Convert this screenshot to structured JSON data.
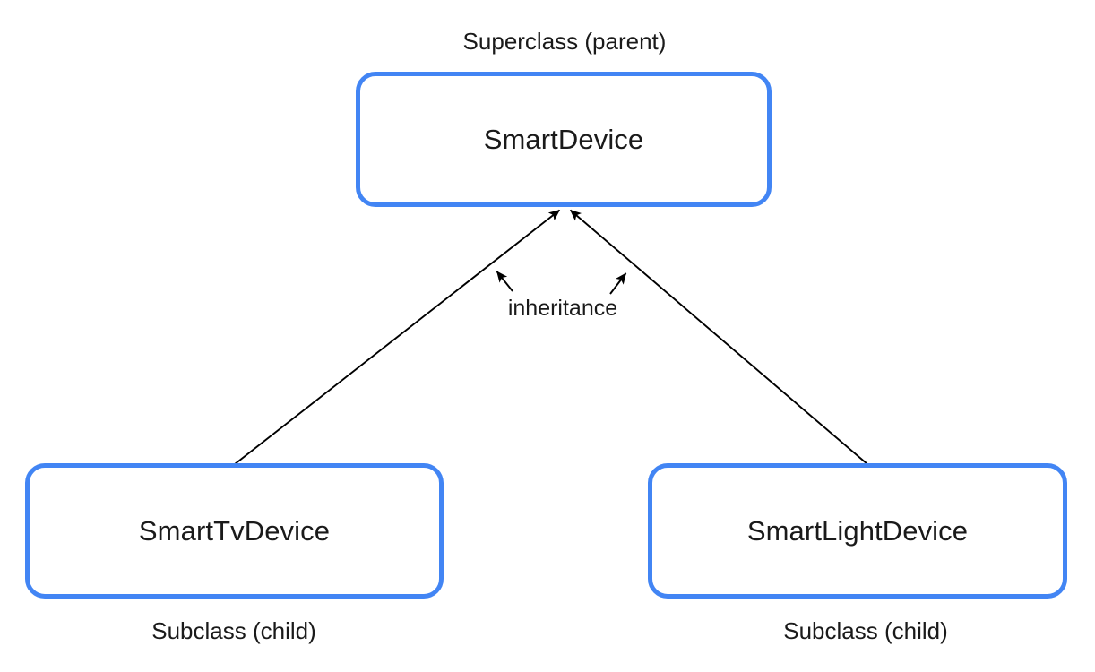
{
  "diagram": {
    "title_label": "Superclass (parent)",
    "relationship_label": "inheritance",
    "background_color": "#ffffff",
    "box_border_color": "#4285f4",
    "connector_color": "#000000",
    "text_color": "#1a1a1a",
    "superclass": {
      "name": "SmartDevice",
      "caption": "Superclass (parent)"
    },
    "subclasses": [
      {
        "name": "SmartTvDevice",
        "caption": "Subclass (child)"
      },
      {
        "name": "SmartLightDevice",
        "caption": "Subclass (child)"
      }
    ],
    "connectors": [
      {
        "from": "SmartTvDevice",
        "to": "SmartDevice",
        "type": "inheritance",
        "arrow_at": "SmartDevice"
      },
      {
        "from": "SmartLightDevice",
        "to": "SmartDevice",
        "type": "inheritance",
        "arrow_at": "SmartDevice"
      }
    ]
  }
}
